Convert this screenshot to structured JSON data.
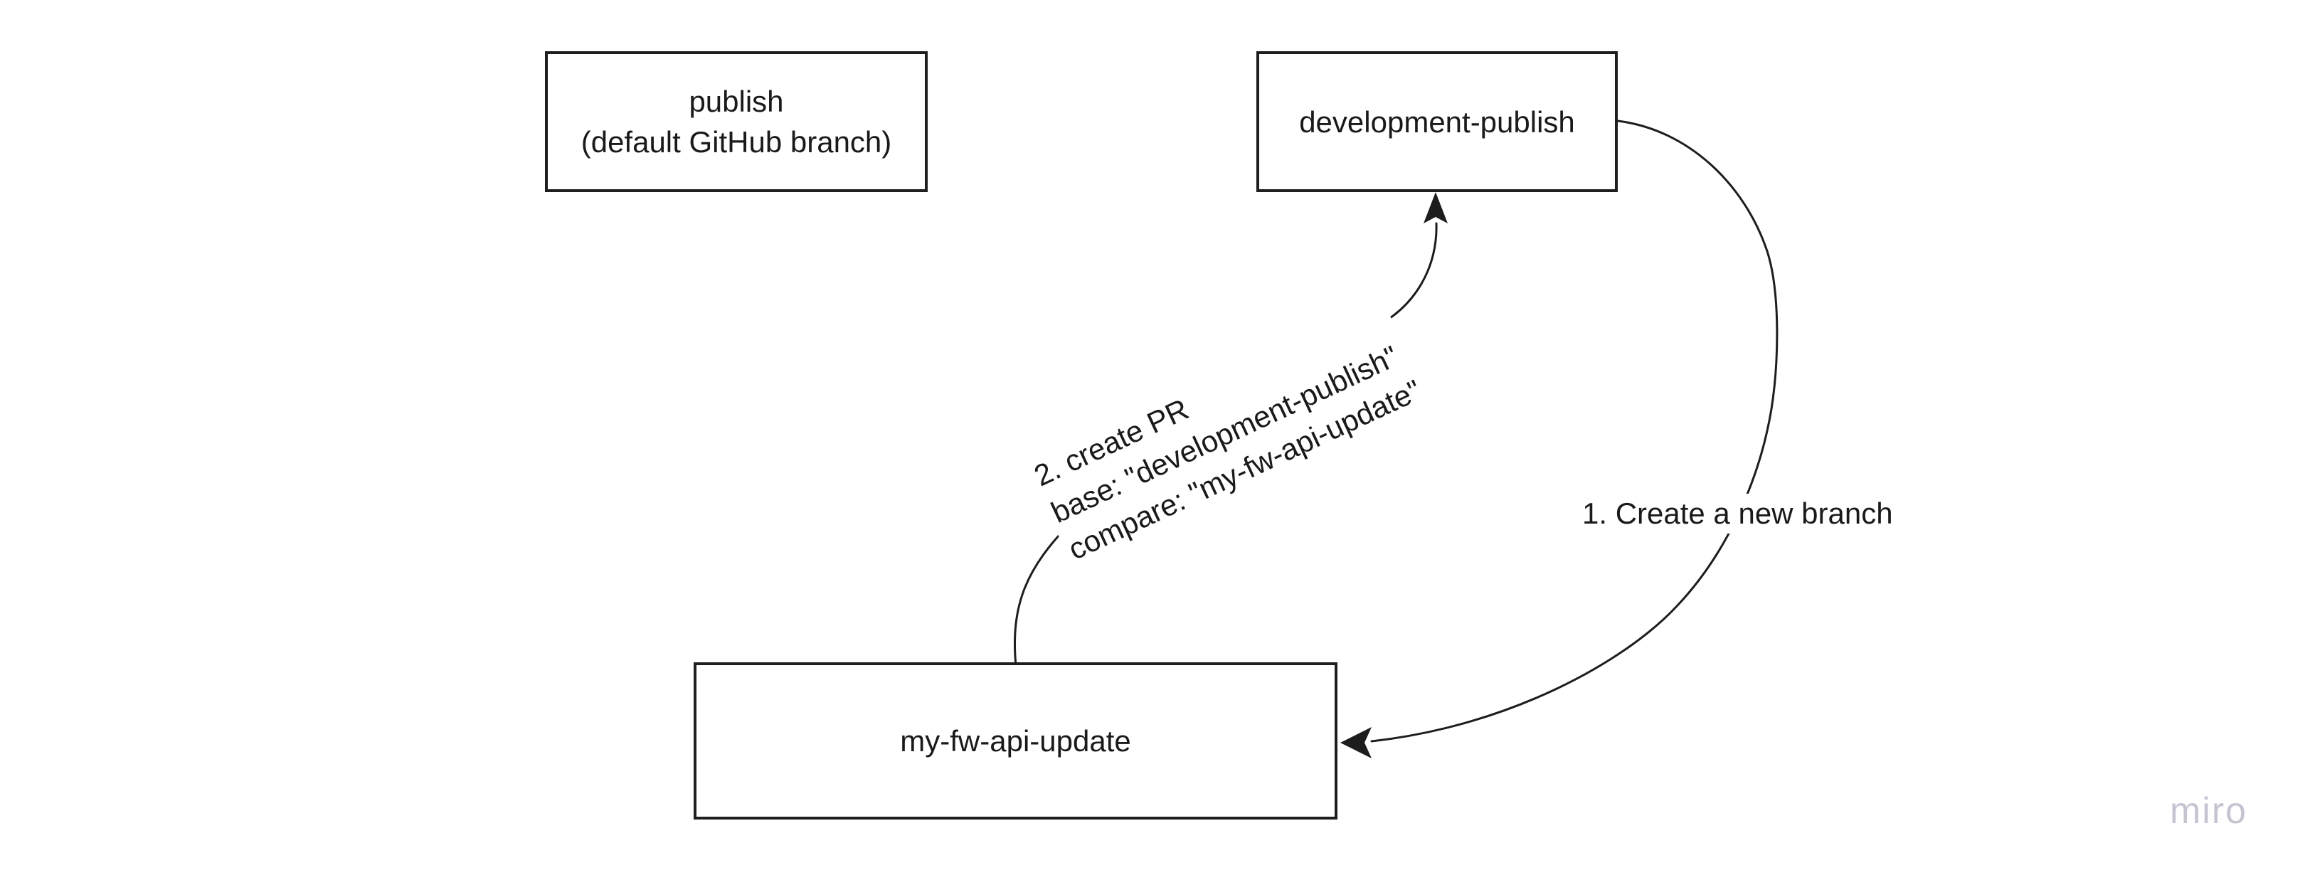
{
  "board": {
    "background": "#ffffff",
    "watermark": {
      "label": "miro",
      "color": "#c5c4d1"
    }
  },
  "palette": {
    "node_border": "#1e1e20",
    "connector_stroke": "#1d1d1e",
    "text": "#1a1a1a",
    "node_fill": "#ffffff"
  },
  "nodes": [
    {
      "name": "publish",
      "lines": [
        "publish",
        "(default GitHub branch)"
      ]
    },
    {
      "name": "development-publish",
      "lines": [
        "development-publish"
      ]
    },
    {
      "name": "my-fw-api-update",
      "lines": [
        "my-fw-api-update"
      ]
    }
  ],
  "connectors": [
    {
      "name": "create-branch",
      "from": "development-publish",
      "to": "my-fw-api-update",
      "label": "1. Create a new branch"
    },
    {
      "name": "create-pr",
      "from": "my-fw-api-update",
      "to": "development-publish",
      "lines": [
        "2. create PR",
        "base: \"development-publish\"",
        "compare: \"my-fw-api-update\""
      ]
    }
  ]
}
